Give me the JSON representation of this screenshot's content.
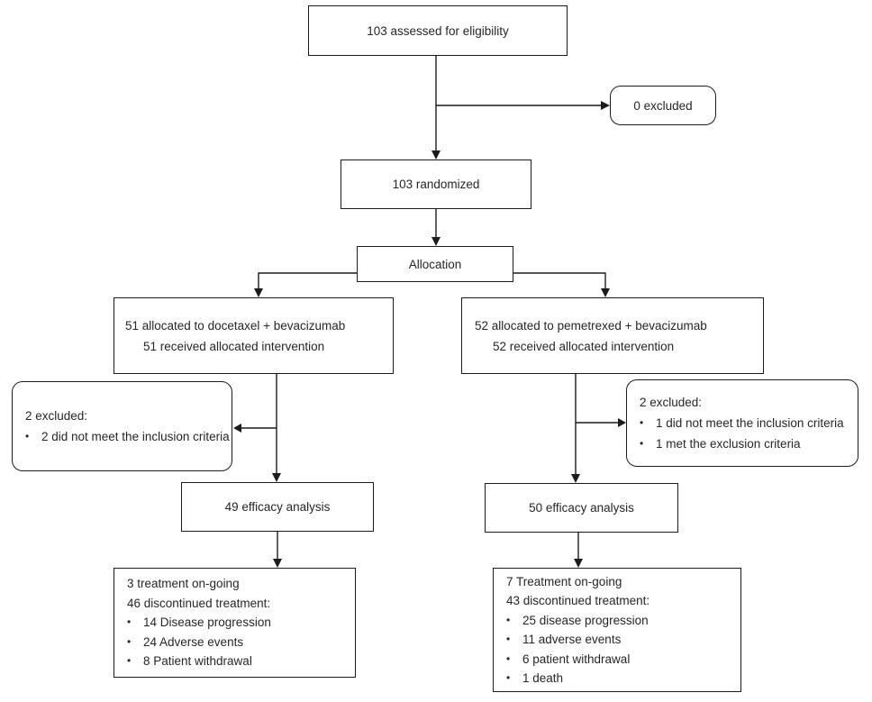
{
  "bullet": "•",
  "colors": {
    "border": "#1c1c1c",
    "text": "#262626",
    "background": "#ffffff"
  },
  "flow": {
    "eligibility": "103 assessed for eligibility",
    "excluded_initial": "0 excluded",
    "randomized": "103 randomized",
    "allocation_label": "Allocation",
    "left": {
      "allocated": "51 allocated to docetaxel + bevacizumab",
      "received": "51 received allocated intervention",
      "excluded_heading": "2 excluded:",
      "excluded_items": [
        "2 did not meet the inclusion criteria"
      ],
      "efficacy": "49 efficacy analysis",
      "ongoing": "3 treatment on-going",
      "discontinued_heading": "46 discontinued treatment:",
      "discontinued_items": [
        "14 Disease progression",
        "24 Adverse events",
        "8 Patient withdrawal"
      ]
    },
    "right": {
      "allocated": "52 allocated to pemetrexed + bevacizumab",
      "received": "52 received allocated intervention",
      "excluded_heading": "2 excluded:",
      "excluded_items": [
        "1 did not meet the inclusion criteria",
        "1 met the exclusion criteria"
      ],
      "efficacy": "50 efficacy analysis",
      "ongoing": "7 Treatment on-going",
      "discontinued_heading": "43 discontinued treatment:",
      "discontinued_items": [
        "25 disease progression",
        "11 adverse events",
        "6 patient withdrawal",
        "1 death"
      ]
    }
  }
}
